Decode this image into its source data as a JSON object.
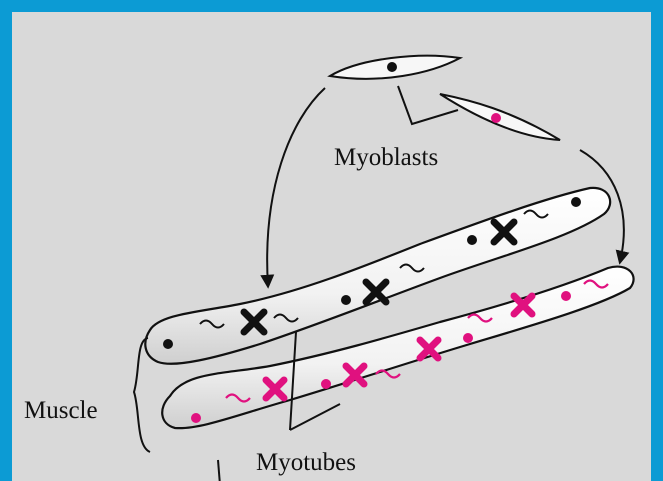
{
  "labels": {
    "myoblasts": "Myoblasts",
    "muscle": "Muscle",
    "myotubes": "Myotubes"
  },
  "colors": {
    "frame": "#0c9bd4",
    "background": "#d9d9d9",
    "black_nucleus": "#111111",
    "magenta_nucleus": "#e0117f",
    "tube_fill": "#f4f4f4"
  }
}
